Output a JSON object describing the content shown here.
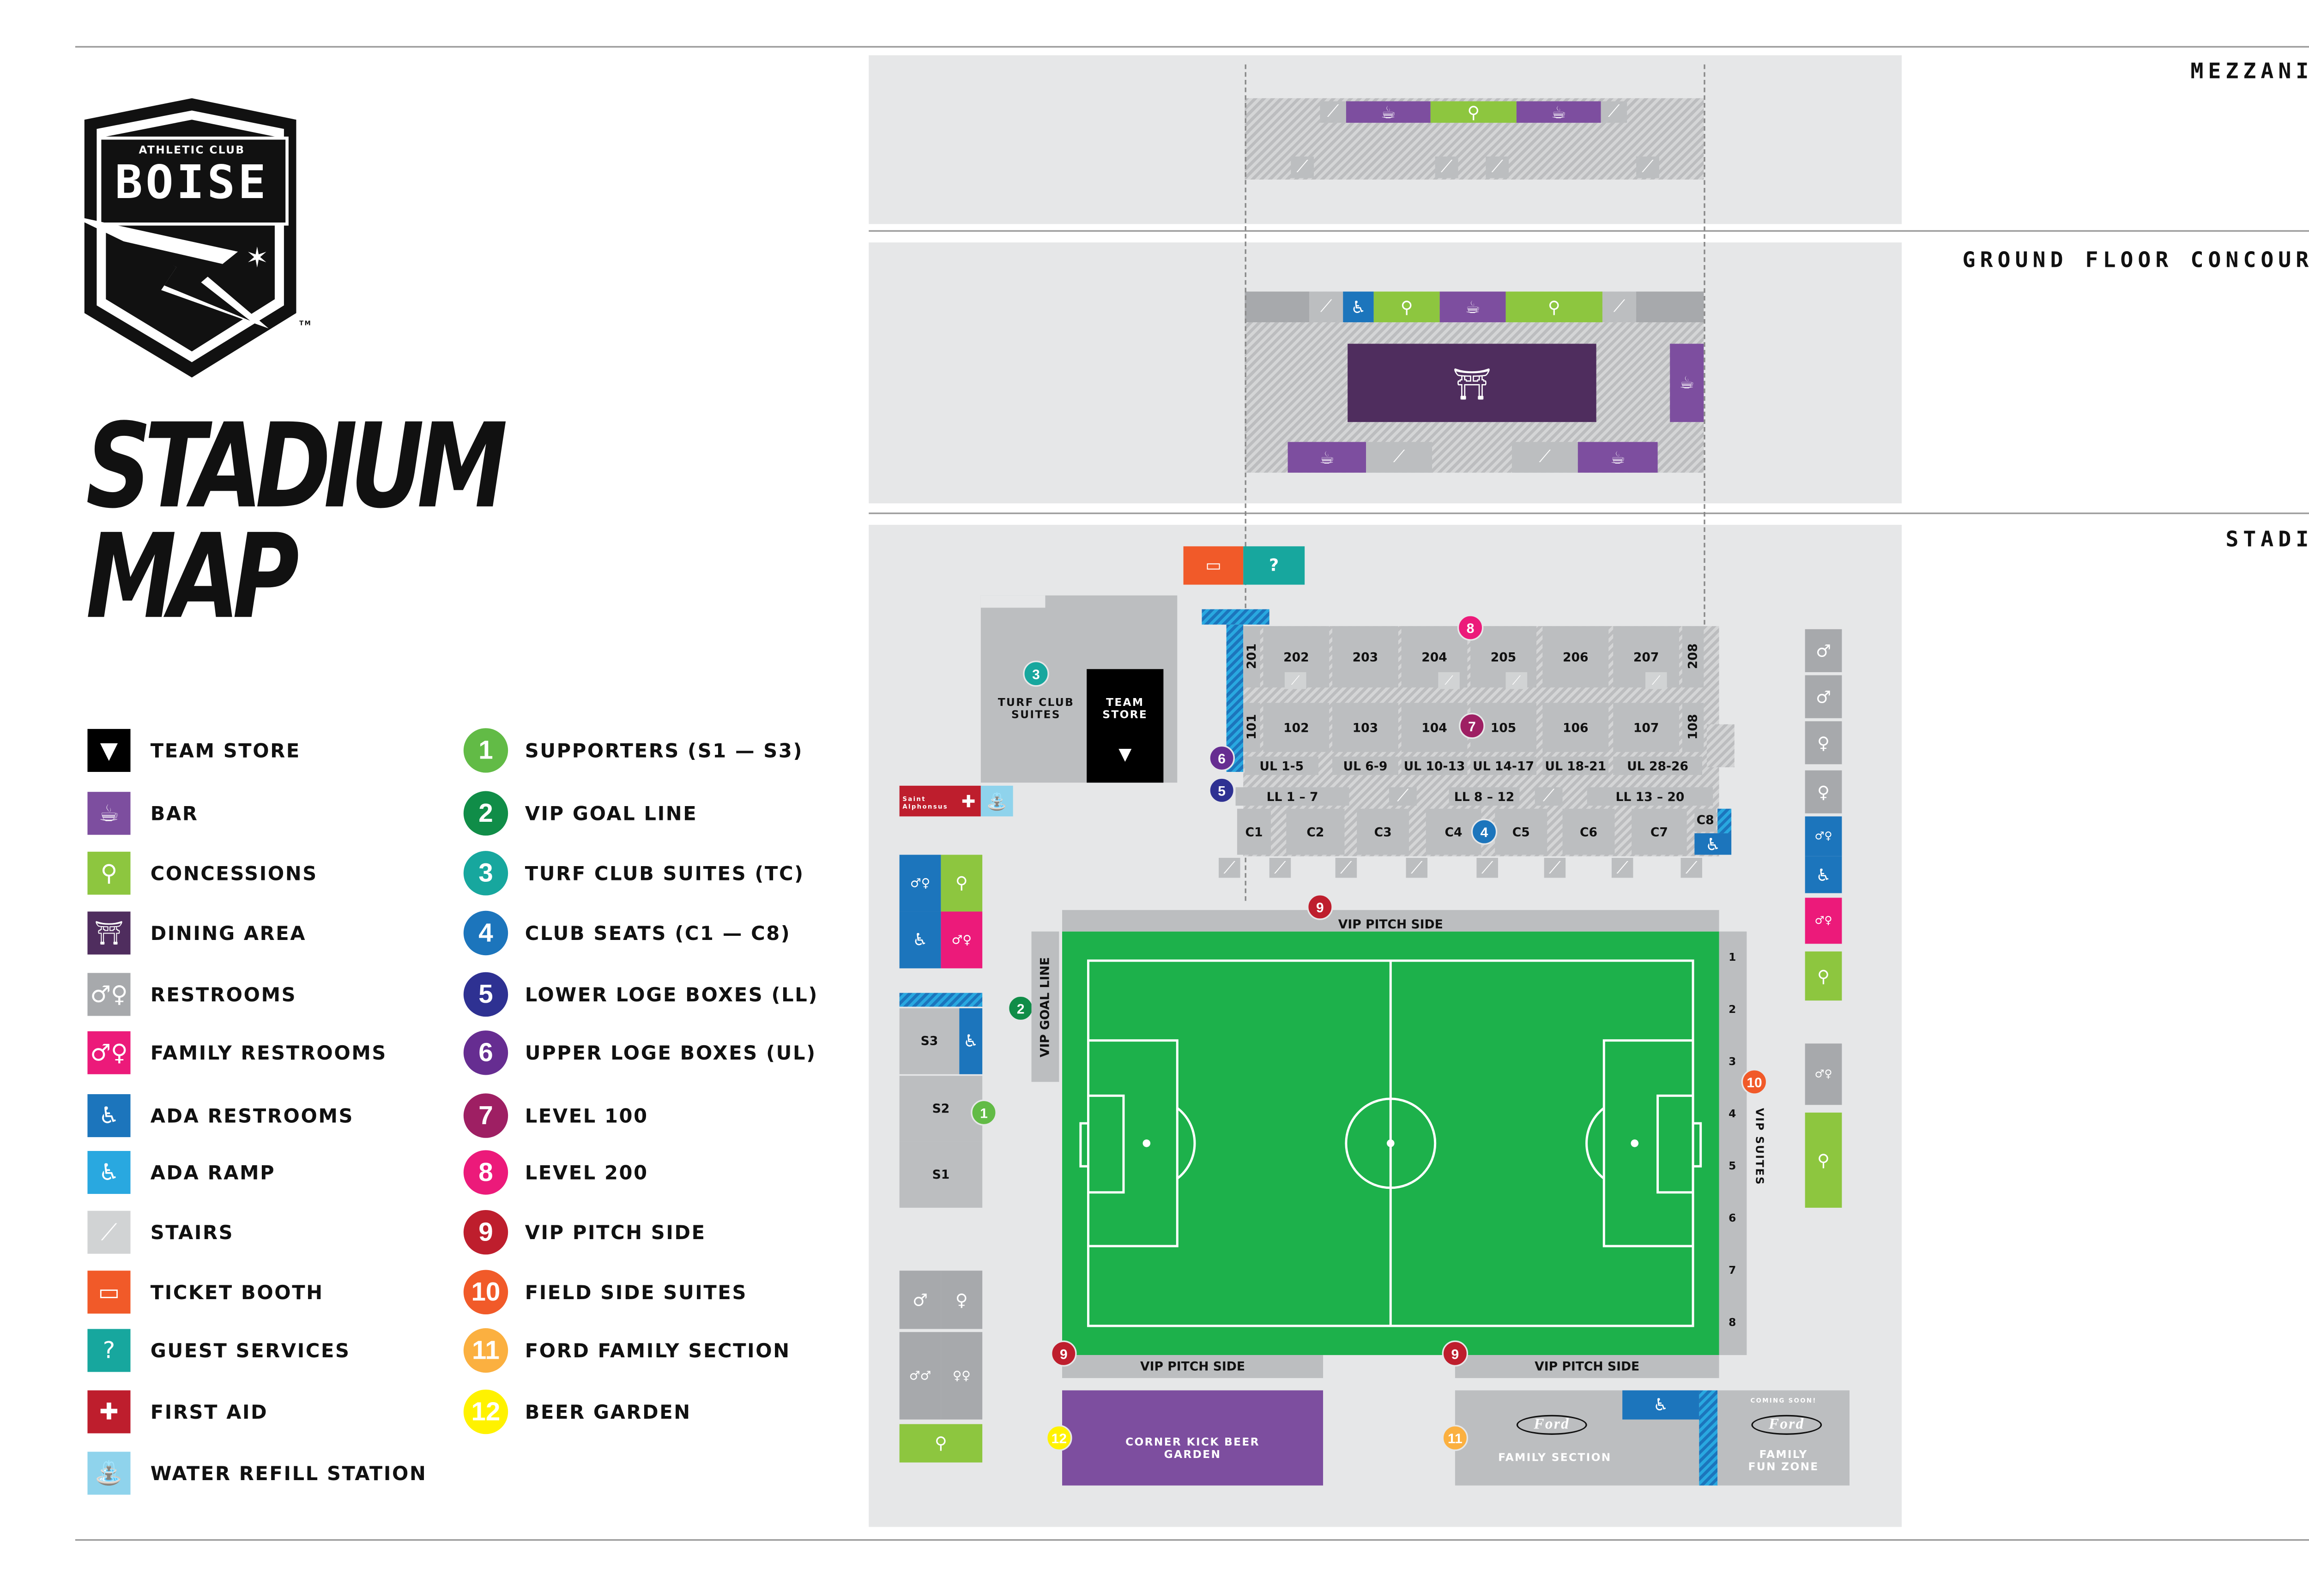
{
  "logo": {
    "top_text": "ATHLETIC CLUB",
    "name": "BOISE",
    "tm": "TM"
  },
  "title": {
    "line1": "STADIUM",
    "line2": "MAP"
  },
  "colors": {
    "bar": "#7d4e9f",
    "concessions": "#8dc63f",
    "dining": "#4f2d5e",
    "restroom": "#a7a9ac",
    "family": "#ec1a7a",
    "ada": "#1c75bc",
    "ticket": "#f15a29",
    "guest": "#17a79e",
    "first_aid": "#be1e2d",
    "water": "#8fd3ec",
    "pitch": "#1db14b",
    "background_panel": "#e6e7e8"
  },
  "amenity_legend": [
    {
      "label": "TEAM STORE",
      "icon": "tshirt-icon",
      "glyph": "▼",
      "color": "#000000"
    },
    {
      "label": "BAR",
      "icon": "beer-mug-icon",
      "glyph": "☕",
      "color": "#7d4e9f"
    },
    {
      "label": "CONCESSIONS",
      "icon": "cup-food-icon",
      "glyph": "⚲",
      "color": "#8dc63f"
    },
    {
      "label": "DINING AREA",
      "icon": "picnic-table-icon",
      "glyph": "⛩",
      "color": "#4f2d5e"
    },
    {
      "label": "RESTROOMS",
      "icon": "restroom-icon",
      "glyph": "♂♀",
      "color": "#a7a9ac"
    },
    {
      "label": "FAMILY RESTROOMS",
      "icon": "family-restroom-icon",
      "glyph": "♂♀",
      "color": "#ec1a7a"
    },
    {
      "label": "ADA RESTROOMS",
      "icon": "wheelchair-icon",
      "glyph": "♿",
      "color": "#1c75bc"
    },
    {
      "label": "ADA RAMP",
      "icon": "wheelchair-ramp-icon",
      "glyph": "♿",
      "color": "#29a8e0"
    },
    {
      "label": "STAIRS",
      "icon": "stairs-icon",
      "glyph": "⟋",
      "color": "#d1d3d4"
    },
    {
      "label": "TICKET BOOTH",
      "icon": "ticket-icon",
      "glyph": "▭",
      "color": "#f15a29"
    },
    {
      "label": "GUEST SERVICES",
      "icon": "question-icon",
      "glyph": "?",
      "color": "#17a79e"
    },
    {
      "label": "FIRST AID",
      "icon": "first-aid-cross-icon",
      "glyph": "✚",
      "color": "#be1e2d"
    },
    {
      "label": "WATER REFILL STATION",
      "icon": "water-tap-icon",
      "glyph": "⛲",
      "color": "#8fd3ec"
    }
  ],
  "section_legend": [
    {
      "num": "1",
      "label": "SUPPORTERS (S1 — S3)",
      "color": "#62bb46"
    },
    {
      "num": "2",
      "label": "VIP GOAL LINE",
      "color": "#108d48"
    },
    {
      "num": "3",
      "label": "TURF CLUB SUITES (TC)",
      "color": "#17a79e"
    },
    {
      "num": "4",
      "label": "CLUB SEATS (C1 — C8)",
      "color": "#1c75bc"
    },
    {
      "num": "5",
      "label": "LOWER LOGE BOXES (LL)",
      "color": "#2e3192"
    },
    {
      "num": "6",
      "label": "UPPER LOGE BOXES (UL)",
      "color": "#662d91"
    },
    {
      "num": "7",
      "label": "LEVEL 100",
      "color": "#9e1f63"
    },
    {
      "num": "8",
      "label": "LEVEL 200",
      "color": "#ec1a7a"
    },
    {
      "num": "9",
      "label": "VIP PITCH SIDE",
      "color": "#be1e2d"
    },
    {
      "num": "10",
      "label": "FIELD SIDE SUITES",
      "color": "#f15a29"
    },
    {
      "num": "11",
      "label": "FORD FAMILY SECTION",
      "color": "#fbb040"
    },
    {
      "num": "12",
      "label": "BEER GARDEN",
      "color": "#fff200"
    }
  ],
  "floors": {
    "mezzanine": "MEZZANINE",
    "ground": "GROUND FLOOR CONCOURSE",
    "stadium": "STADIUM"
  },
  "stadium": {
    "level200": [
      "201",
      "202",
      "203",
      "204",
      "205",
      "206",
      "207",
      "208"
    ],
    "level100": [
      "101",
      "102",
      "103",
      "104",
      "105",
      "106",
      "107",
      "108"
    ],
    "upper_loge": [
      "UL 1-5",
      "UL 6-9",
      "UL 10-13",
      "UL 14-17",
      "UL 18-21",
      "UL 28-26"
    ],
    "lower_loge": [
      "LL 1 – 7",
      "LL 8 – 12",
      "LL 13 – 20"
    ],
    "club": [
      "C1",
      "C2",
      "C3",
      "C4",
      "C5",
      "C6",
      "C7",
      "C8"
    ],
    "supporters": [
      "S3",
      "S2",
      "S1"
    ],
    "vip_suites_numbers": [
      "1",
      "2",
      "3",
      "4",
      "5",
      "6",
      "7",
      "8"
    ],
    "turf_club": "TURF CLUB SUITES",
    "team_store": "TEAM STORE",
    "first_aid_sponsor": "Saint Alphonsus",
    "vip_goal_line": "VIP GOAL LINE",
    "vip_pitch_side": "VIP PITCH SIDE",
    "vip_suites": "VIP SUITES",
    "beer_garden": "CORNER KICK BEER GARDEN",
    "ford_logo": "Ford",
    "family_section": "FAMILY SECTION",
    "coming_soon": "COMING SOON!",
    "fun_zone": "FAMILY FUN ZONE"
  }
}
